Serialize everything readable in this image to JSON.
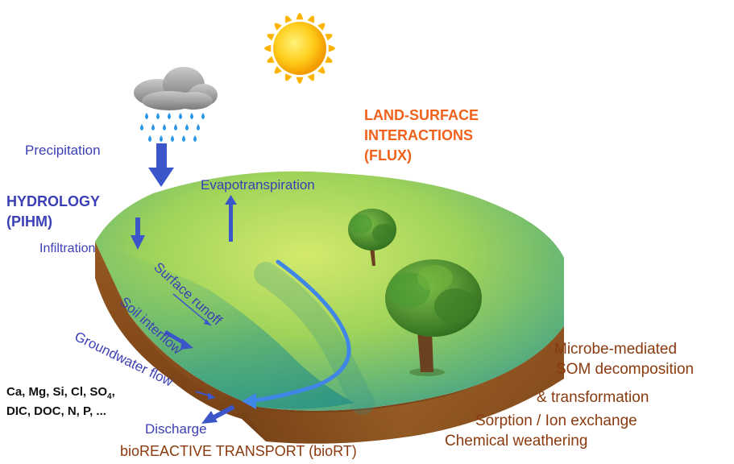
{
  "labels": {
    "precipitation": "Precipitation",
    "hydrology_line1": "HYDROLOGY",
    "hydrology_line2": "(PIHM)",
    "infiltration": "Infiltration",
    "evapotranspiration": "Evapotranspiration",
    "surface_runoff": "Surface runoff",
    "soil_interflow": "Soil interflow",
    "groundwater_flow": "Groundwater flow",
    "discharge": "Discharge",
    "land_surface_line1": "LAND-SURFACE",
    "land_surface_line2": "INTERACTIONS",
    "land_surface_line3": "(FLUX)",
    "solutes_line1_prefix": "Ca, Mg, Si, Cl, SO",
    "solutes_line1_sub": "4",
    "solutes_line1_suffix": ",",
    "solutes_line2": "DIC, DOC, N, P, ...",
    "bioreactive": "bioREACTIVE TRANSPORT (bioRT)",
    "process_1": "Microbe-mediated",
    "process_2": "SOM decomposition",
    "process_3": "& transformation",
    "process_4": "Sorption / Ion exchange",
    "process_5": "Chemical  weathering"
  },
  "colors": {
    "hydrology_text": "#3b3fb6",
    "flux_text": "#f0621c",
    "process_text": "#8a3a0e",
    "arrow_blue": "#3a56c8",
    "stream_blue": "#3f86e6",
    "soil_brown": "#9a5a24",
    "surface_green": "#7cc14e"
  },
  "icons": [
    "sun-icon",
    "rain-cloud-icon",
    "tree-icon"
  ]
}
